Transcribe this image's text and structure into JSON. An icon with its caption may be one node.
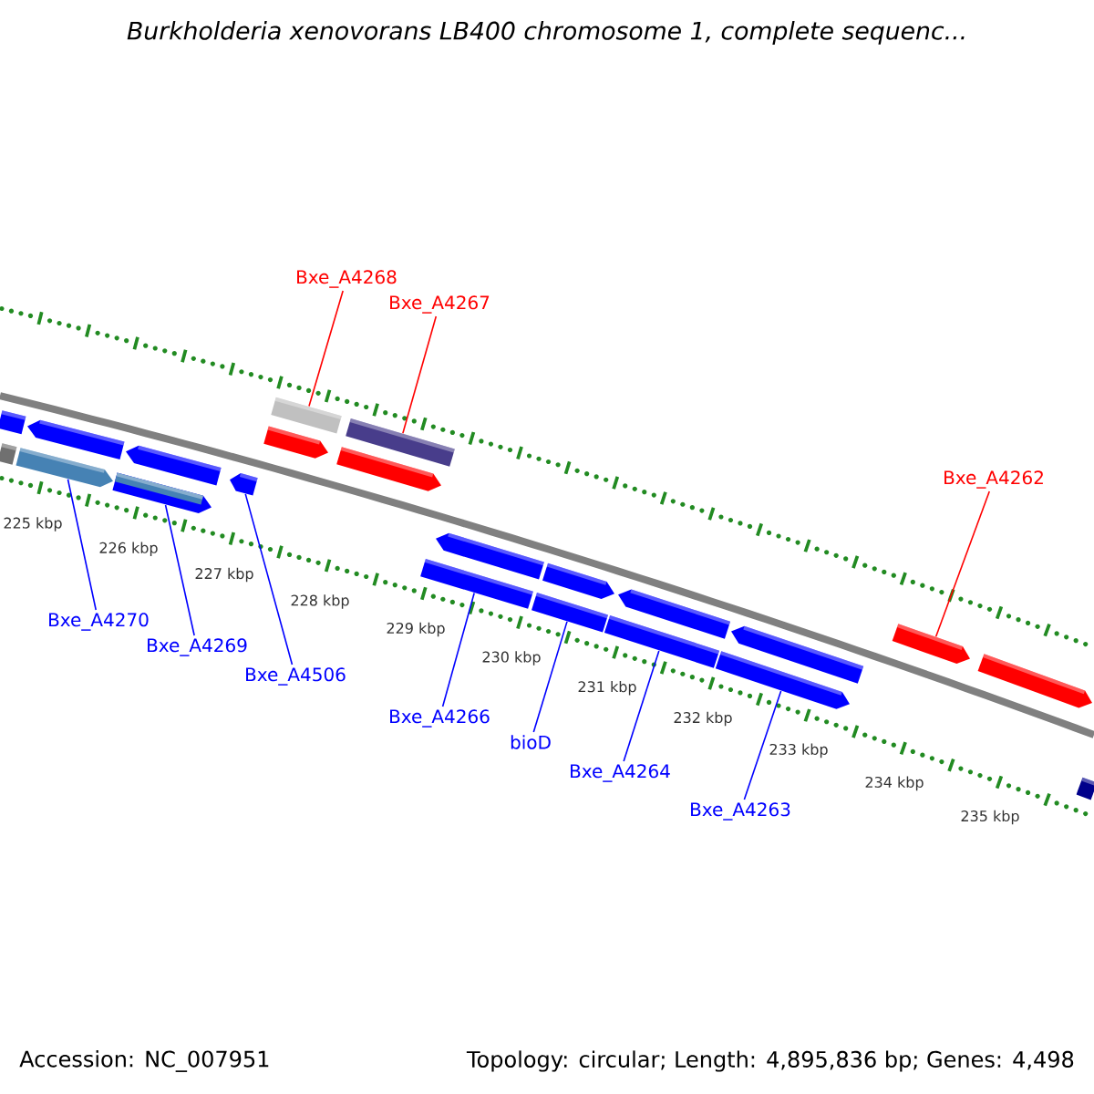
{
  "diagram": {
    "title": "Burkholderia xenovorans LB400 chromosome 1, complete sequenc...",
    "nodes": [
      {
        "text": [
          "Bxe_A4268"
        ]
      },
      {
        "text": [
          "Bxe_A4267"
        ]
      },
      {
        "text": [
          "Bxe_A4262"
        ]
      },
      {
        "text": [
          "Bxe_A4270"
        ]
      },
      {
        "text": [
          "Bxe_A4269"
        ]
      },
      {
        "text": [
          "Bxe_A4506"
        ]
      },
      {
        "text": [
          "Bxe_A4266"
        ]
      },
      {
        "text": [
          "bioD"
        ]
      },
      {
        "text": [
          "Bxe_A4264"
        ]
      },
      {
        "text": [
          "Bxe_A4263"
        ]
      },
      {
        "text": [],
        "shape": "box"
      },
      {
        "text": [],
        "shape": "box"
      },
      {
        "text": [],
        "shape": "bar"
      },
      {
        "text": [],
        "shape": "bar"
      },
      {
        "text": [],
        "shape": "bar"
      },
      {
        "text": [],
        "shape": "bar"
      },
      {
        "text": [],
        "shape": "box"
      },
      {
        "text": [],
        "shape": "bar"
      },
      {
        "text": [],
        "shape": "bar"
      },
      {
        "text": [],
        "shape": "bar"
      },
      {
        "text": [],
        "shape": "bar"
      },
      {
        "text": [],
        "shape": "bar"
      },
      {
        "text": [],
        "shape": "bar"
      },
      {
        "text": [],
        "shape": "bar"
      },
      {
        "text": [],
        "shape": "box"
      },
      {
        "text": [],
        "shape": "bar"
      },
      {
        "text": [],
        "shape": "bar"
      },
      {
        "text": [],
        "shape": "box"
      },
      {
        "text": [],
        "shape": "box"
      },
      {
        "text": [],
        "shape": "box"
      },
      {
        "text": [],
        "shape": "bar"
      },
      {
        "text": [],
        "shape": "box"
      }
    ],
    "edges": [
      {
        "from": 0,
        "to": 10,
        "arrow": "none",
        "color": "#ff0000"
      },
      {
        "from": 1,
        "to": 11,
        "arrow": "none",
        "color": "#ff0000"
      },
      {
        "from": 2,
        "to": 14,
        "arrow": "none",
        "color": "#ff0000"
      },
      {
        "from": 3,
        "to": 25,
        "arrow": "none"
      },
      {
        "from": 4,
        "to": 26,
        "arrow": "none"
      },
      {
        "from": 5,
        "to": 19,
        "arrow": "none"
      },
      {
        "from": 6,
        "to": 27,
        "arrow": "none"
      },
      {
        "from": 7,
        "to": 28,
        "arrow": "none"
      },
      {
        "from": 8,
        "to": 29,
        "arrow": "none"
      },
      {
        "from": 9,
        "to": 30,
        "arrow": "none"
      }
    ],
    "labels": [
      "225 kbp",
      "226 kbp",
      "227 kbp",
      "228 kbp",
      "229 kbp",
      "230 kbp",
      "231 kbp",
      "232 kbp",
      "233 kbp",
      "234 kbp",
      "235 kbp",
      "Accession: NC_007951",
      "Topology: circular; Length: 4,895,836 bp; Genes: 4,498"
    ]
  }
}
